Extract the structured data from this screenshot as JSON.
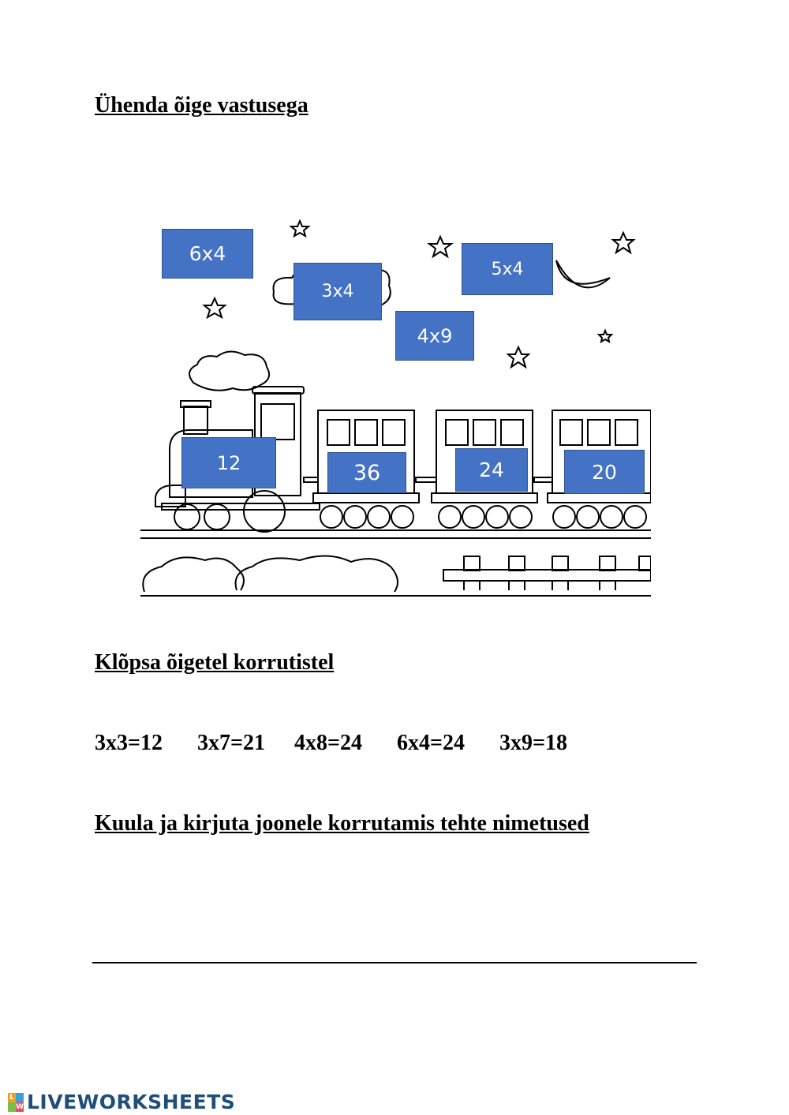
{
  "headings": {
    "connect": "Ühenda õige vastusega",
    "click": "Klõpsa õigetel korrutistel",
    "listen": "Kuula ja kirjuta joonele korrutamis tehte nimetused"
  },
  "sky_boxes": [
    {
      "label": "6x4"
    },
    {
      "label": "3x4"
    },
    {
      "label": "4x9"
    },
    {
      "label": "5x4"
    }
  ],
  "train_boxes": [
    {
      "label": "12"
    },
    {
      "label": "36"
    },
    {
      "label": "24"
    },
    {
      "label": "20"
    }
  ],
  "equations": [
    "3x3=12",
    "3x7=21",
    "4x8=24",
    "6x4=24",
    "3x9=18"
  ],
  "logo": {
    "text": "LIVEWORKSHEETS",
    "mark_letters": [
      "L",
      "W"
    ]
  },
  "colors": {
    "box_fill": "#4472c4",
    "box_text": "#ffffff",
    "logo_text": "#1f4e79"
  },
  "icons": [
    "star-icon",
    "moon-icon",
    "cloud-icon",
    "train-illustration"
  ]
}
